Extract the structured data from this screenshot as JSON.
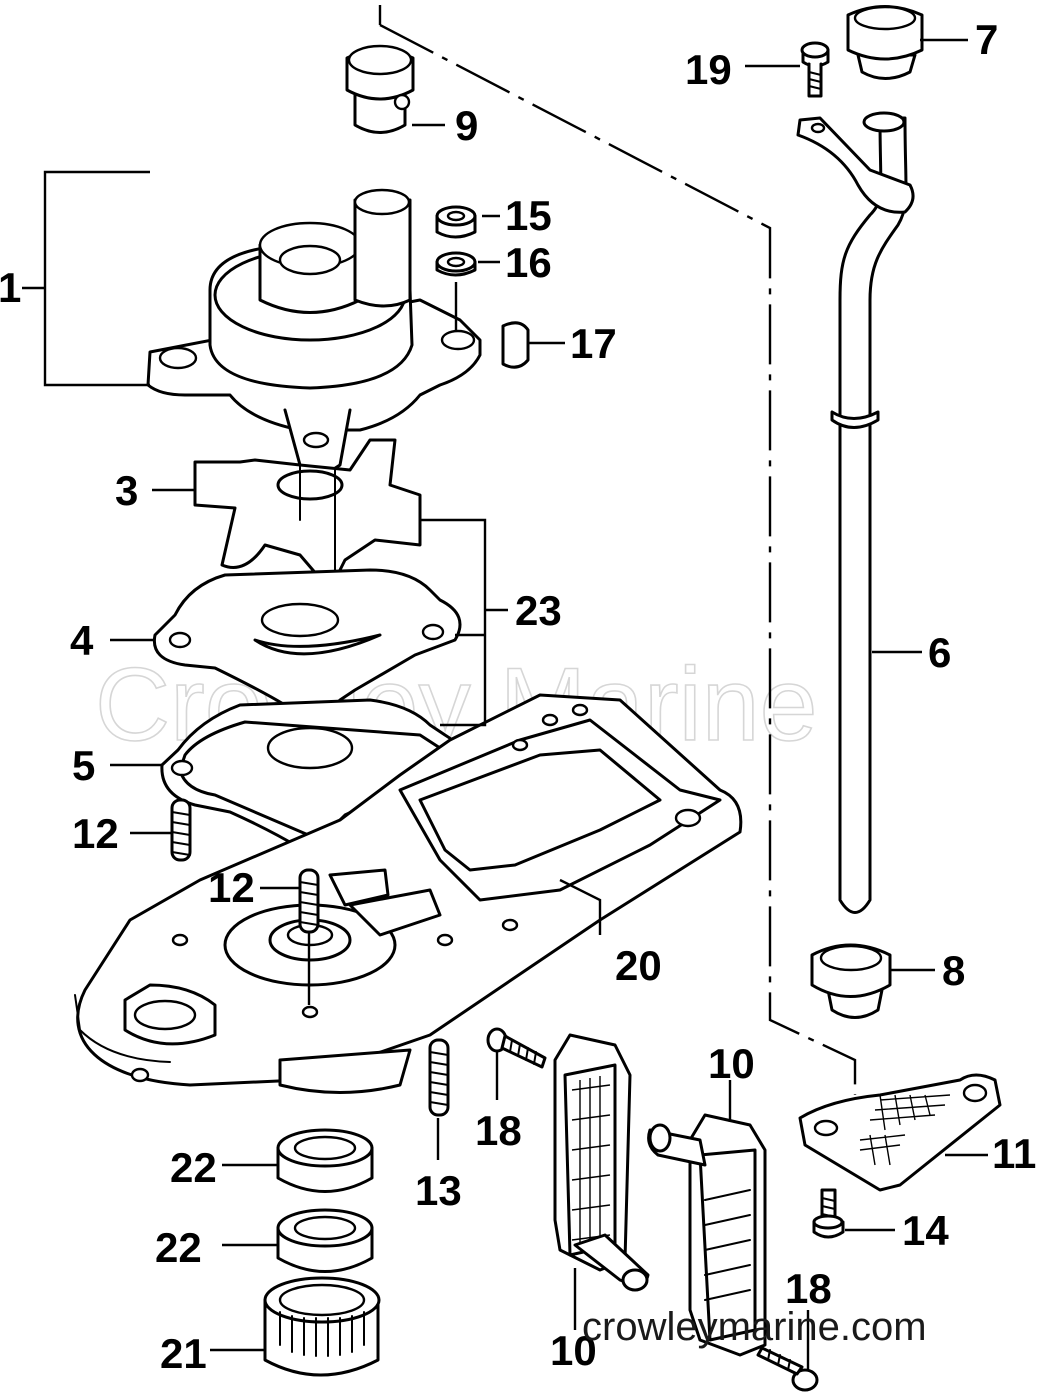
{
  "watermark": "Crowley Marine",
  "site_url": "crowleymarine.com",
  "callouts": {
    "c1": "1",
    "c3": "3",
    "c4": "4",
    "c5": "5",
    "c6": "6",
    "c7": "7",
    "c8": "8",
    "c9": "9",
    "c10a": "10",
    "c10b": "10",
    "c11": "11",
    "c12a": "12",
    "c12b": "12",
    "c13": "13",
    "c14": "14",
    "c15": "15",
    "c16": "16",
    "c17": "17",
    "c18a": "18",
    "c18b": "18",
    "c19": "19",
    "c20": "20",
    "c21": "21",
    "c22a": "22",
    "c22b": "22",
    "c23": "23"
  }
}
